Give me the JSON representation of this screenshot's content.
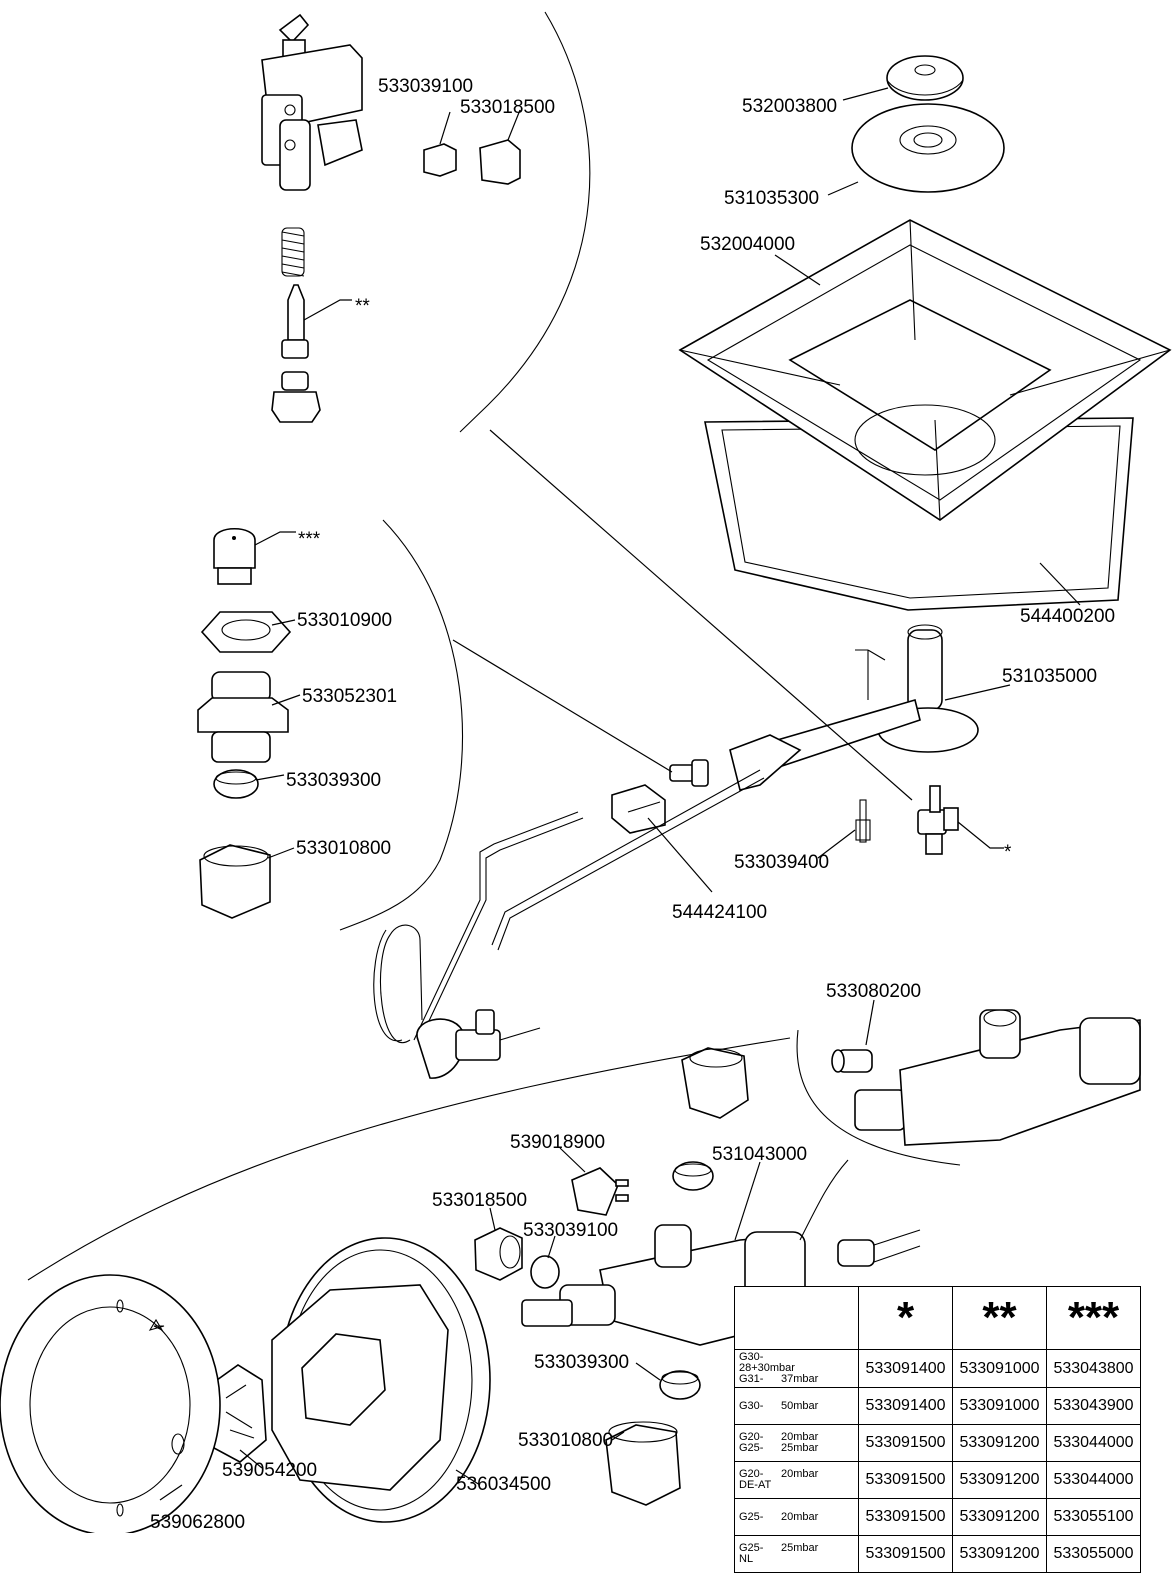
{
  "labels": {
    "pilot_injector": "533039100",
    "pilot_nut": "533018500",
    "burner_cap": "532003800",
    "burner_head": "531035300",
    "pan_support": "532004000",
    "drip_tray": "544400200",
    "burner_body": "531035000",
    "injector_seal": "533010900",
    "injector_holder": "533052301",
    "olive": "533039300",
    "union_nut": "533010800",
    "thermocouple": "533039400",
    "thermocouple_clip": "544424100",
    "bypass_screw": "533080200",
    "valve_body": "531043000",
    "microswitch": "539018900",
    "valve_nut": "533018500",
    "valve_olive": "533039100",
    "valve_olive_2": "533039300",
    "valve_union_nut": "533010800",
    "knob_insert": "539054200",
    "control_knob": "536034500",
    "bezel": "539062800",
    "pilot_jet_marker": "**",
    "main_injector_marker": "***",
    "pilot_assembly_marker": "*"
  },
  "table": {
    "headers": [
      "*",
      "**",
      "***"
    ],
    "rows": [
      {
        "gas": [
          [
            "G30-28+30mbar",
            ""
          ],
          [
            "G31-",
            "37mbar"
          ]
        ],
        "values": [
          "533091400",
          "533091000",
          "533043800"
        ]
      },
      {
        "gas": [
          [
            "G30-",
            "50mbar"
          ]
        ],
        "values": [
          "533091400",
          "533091000",
          "533043900"
        ]
      },
      {
        "gas": [
          [
            "G20-",
            "20mbar"
          ],
          [
            "G25-",
            "25mbar"
          ]
        ],
        "values": [
          "533091500",
          "533091200",
          "533044000"
        ]
      },
      {
        "gas": [
          [
            "G20-",
            "20mbar"
          ],
          [
            "DE-AT",
            ""
          ]
        ],
        "values": [
          "533091500",
          "533091200",
          "533044000"
        ]
      },
      {
        "gas": [
          [
            "G25-",
            "20mbar"
          ]
        ],
        "values": [
          "533091500",
          "533091200",
          "533055100"
        ]
      },
      {
        "gas": [
          [
            "G25-",
            "25mbar"
          ],
          [
            "NL",
            ""
          ]
        ],
        "values": [
          "533091500",
          "533091200",
          "533055000"
        ]
      }
    ]
  },
  "colors": {
    "ink": "#000000",
    "paper": "#ffffff"
  }
}
